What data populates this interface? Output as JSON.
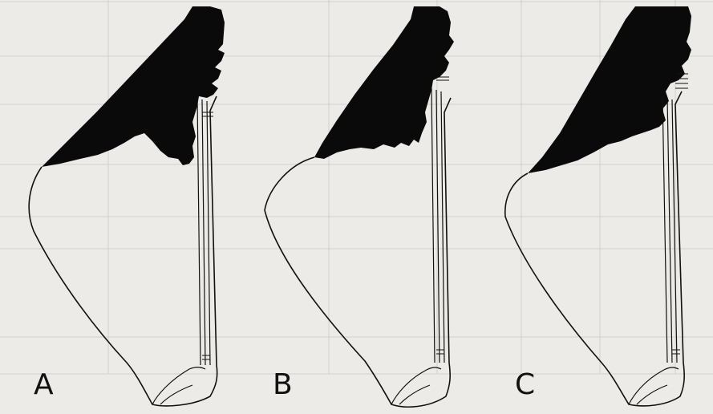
{
  "figure": {
    "panels": [
      {
        "label": "A"
      },
      {
        "label": "B"
      },
      {
        "label": "C"
      }
    ],
    "colors": {
      "ink": "#0a0a0a",
      "paper": "#ecebe7",
      "table_ghost": "#d2d1cc"
    }
  }
}
